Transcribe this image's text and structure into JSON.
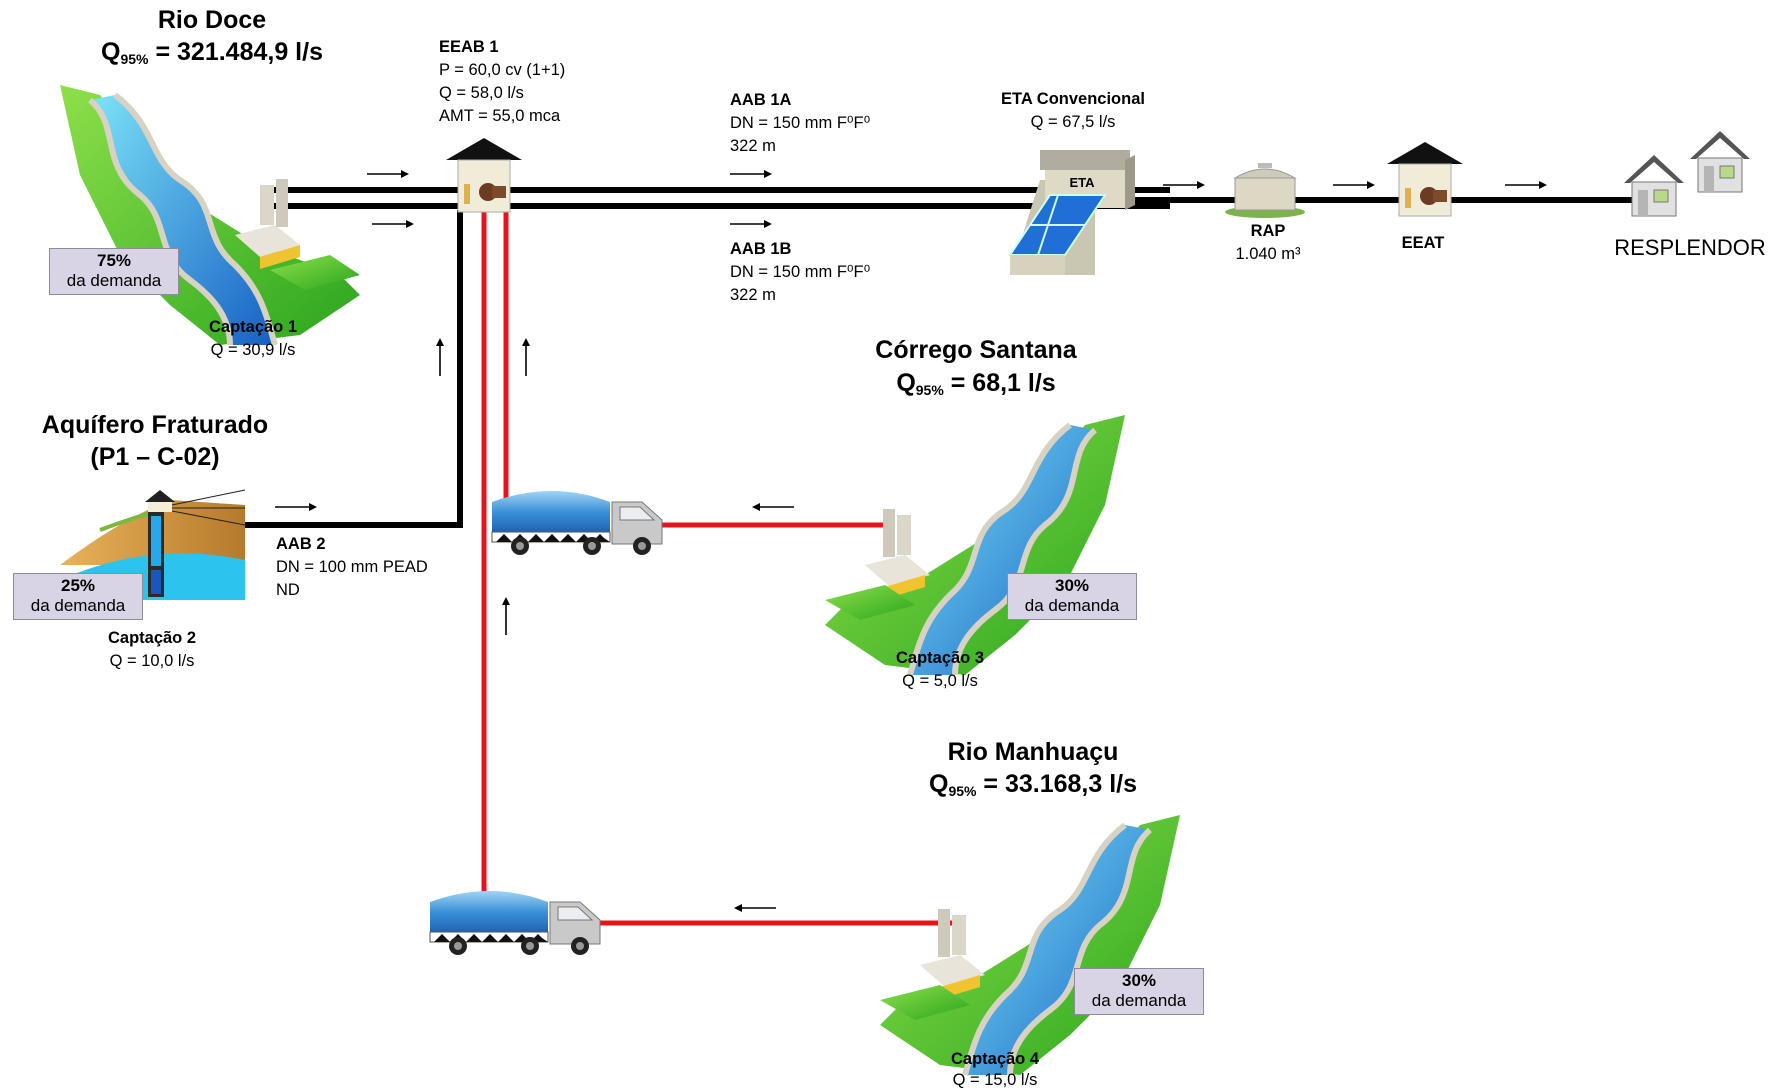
{
  "rio_doce": {
    "name": "Rio Doce",
    "q_label": "Q",
    "q_sub": "95%",
    "q_value": " = 321.484,9 l/s",
    "demand_pct": "75%",
    "demand_label": "da demanda",
    "captacao_title": "Captação 1",
    "captacao_q": "Q =  30,9 l/s"
  },
  "eeab1": {
    "title": "EEAB 1",
    "power": "P = 60,0 cv (1+1)",
    "flow": "Q = 58,0 l/s",
    "amt": "AMT = 55,0 mca"
  },
  "aab1a": {
    "title": "AAB 1A",
    "dn": "DN = 150 mm F⁰F⁰",
    "length": "322 m"
  },
  "aab1b": {
    "title": "AAB 1B",
    "dn": "DN = 150 mm F⁰F⁰",
    "length": "322 m"
  },
  "eta": {
    "title": "ETA Convencional",
    "flow": "Q = 67,5 l/s",
    "building_label": "ETA"
  },
  "rap": {
    "title": "RAP",
    "volume": "1.040 m³"
  },
  "eeat": {
    "title": "EEAT"
  },
  "destination": {
    "name": "RESPLENDOR"
  },
  "aquifero": {
    "name_line1": "Aquífero Fraturado",
    "name_line2": "(P1 – C-02)",
    "demand_pct": "25%",
    "demand_label": "da demanda",
    "captacao_title": "Captação 2",
    "captacao_q": "Q = 10,0 l/s"
  },
  "aab2": {
    "title": "AAB 2",
    "dn": "DN = 100 mm PEAD",
    "nd": "ND"
  },
  "santana": {
    "name": "Córrego Santana",
    "q_label": "Q",
    "q_sub": "95%",
    "q_value": " = 68,1 l/s",
    "demand_pct": "30%",
    "demand_label": "da demanda",
    "captacao_title": "Captação 3",
    "captacao_q": "Q = 5,0 l/s"
  },
  "manhuacu": {
    "name": "Rio Manhuaçu",
    "q_label": "Q",
    "q_sub": "95%",
    "q_value": " = 33.168,3 l/s",
    "demand_pct": "30%",
    "demand_label": "da demanda",
    "captacao_title": "Captação 4",
    "captacao_q": "Q = 15,0 l/s"
  },
  "colors": {
    "pipe_black": "#000000",
    "pipe_red": "#e8141b",
    "grass": "#3cb325",
    "grass_light": "#7bd03b",
    "water": "#1f8fd6",
    "water_light": "#5fd2f2",
    "demand_box": "#d9d3e6",
    "truck_tank": "#3b93d8"
  },
  "icons": [
    "river-intake-icon",
    "pump-station-icon",
    "treatment-plant-icon",
    "reservoir-icon",
    "house-icon",
    "tanker-truck-icon",
    "well-icon",
    "arrow-icon"
  ]
}
